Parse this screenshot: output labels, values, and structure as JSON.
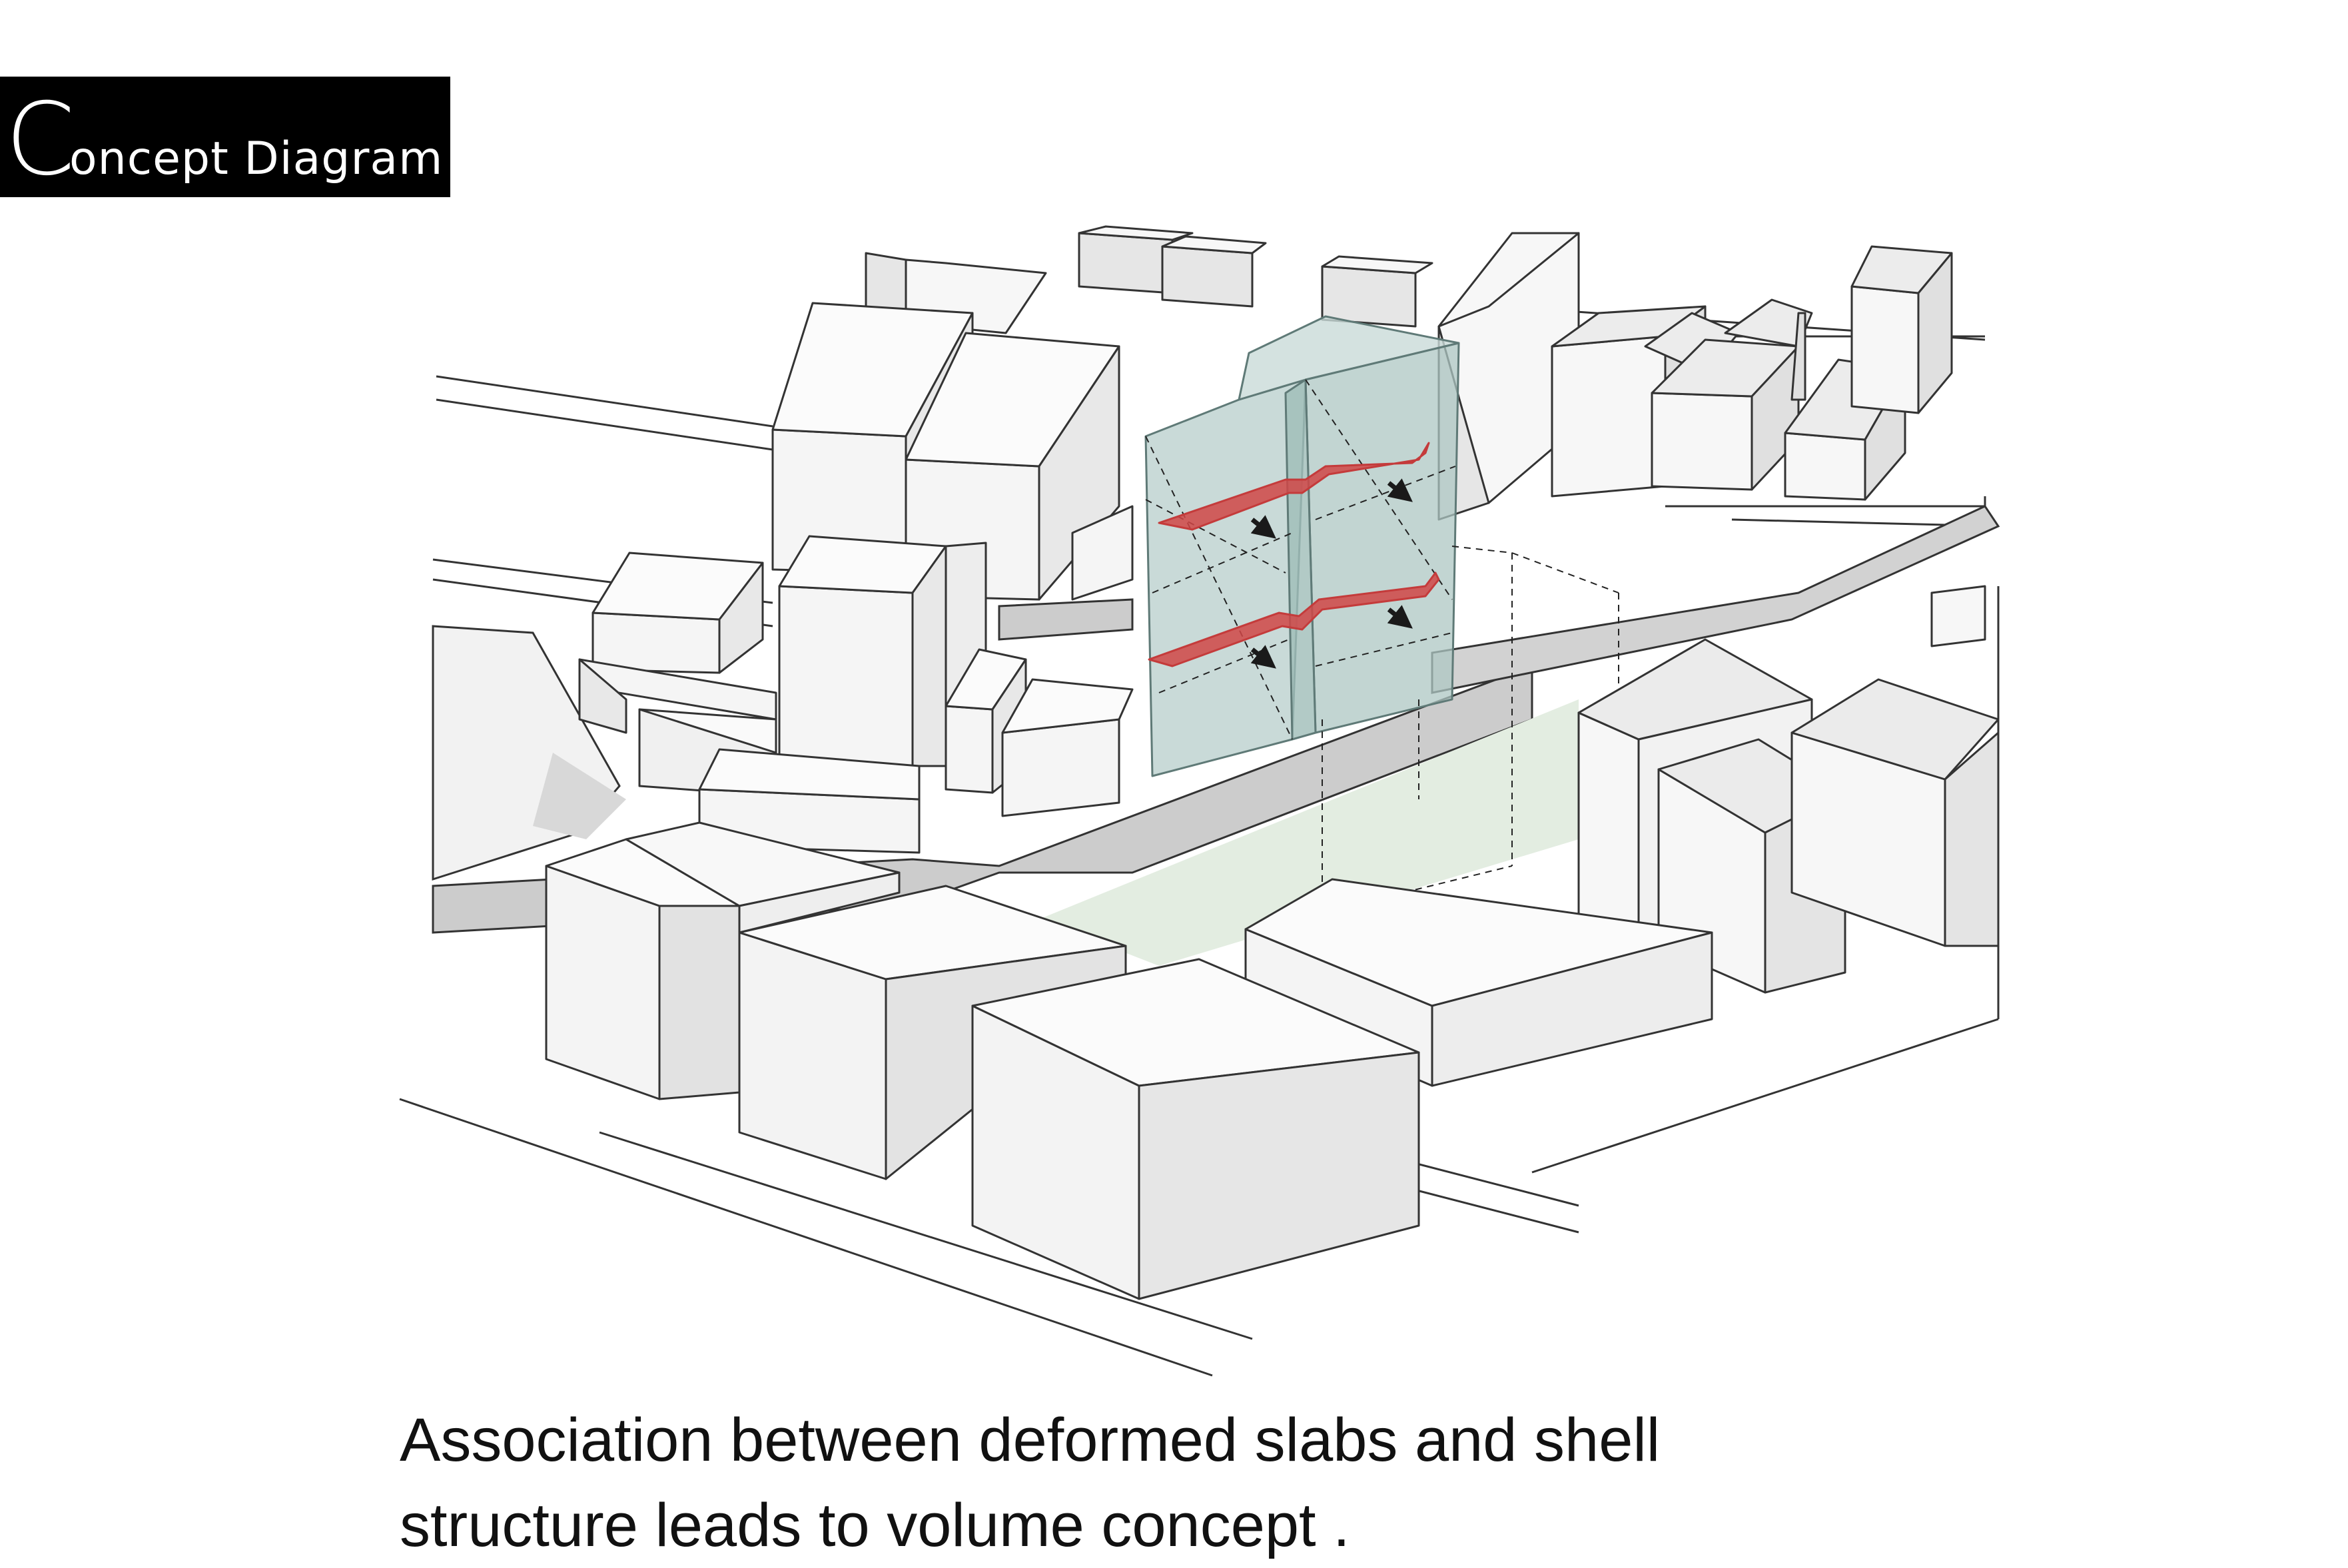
{
  "header": {
    "title_initial": "C",
    "title_rest": "oncept Diagram"
  },
  "caption": {
    "line1": "Association between deformed  slabs and shell",
    "line2": "structure  leads to  volume concept ."
  },
  "colors": {
    "title_background": "#000000",
    "building_face_light": "#f7f7f7",
    "building_face_shade": "#e6e6e6",
    "road": "#cccccc",
    "park": "#e3ede1",
    "glass_tower": "#b7cecb",
    "slab_red": "#d04646",
    "outline": "#333333"
  },
  "icons": {
    "flow_arrow": "arrow-down-right-icon"
  }
}
